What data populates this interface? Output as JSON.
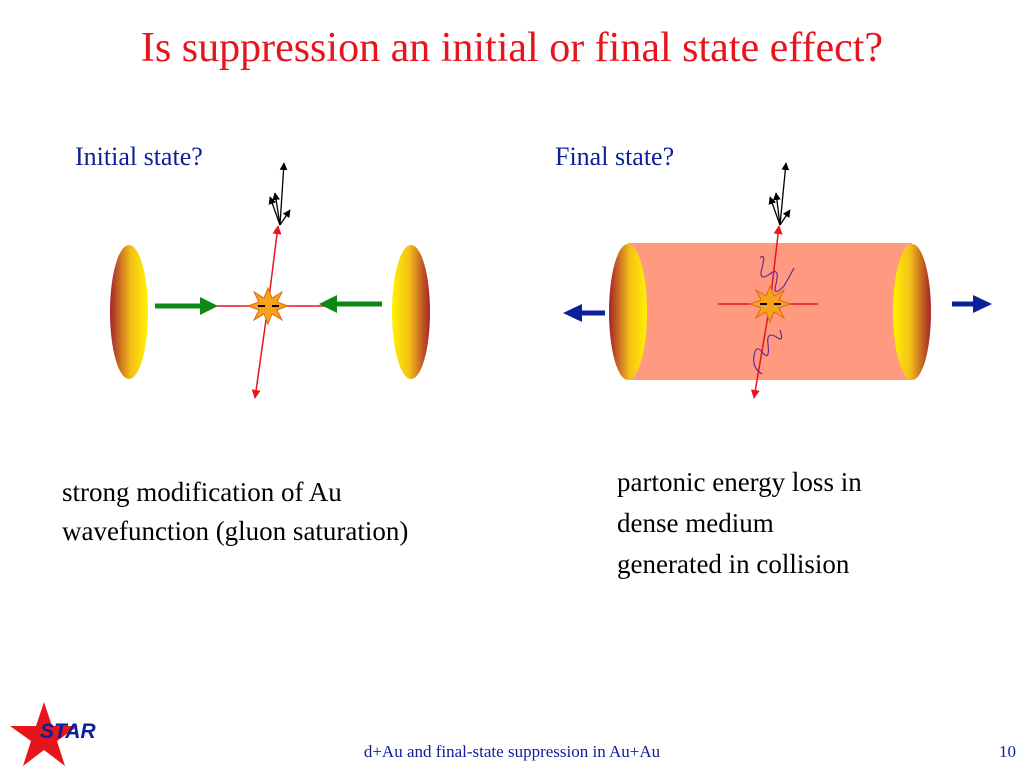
{
  "slide": {
    "title": "Is suppression an initial or final state effect?",
    "left_panel": {
      "label": "Initial state?",
      "caption_lines": [
        "strong modification of Au",
        "wavefunction (gluon saturation)"
      ]
    },
    "right_panel": {
      "label": "Final state?",
      "caption_lines": [
        "partonic energy loss in",
        "dense medium",
        "generated in collision"
      ]
    },
    "footer": {
      "logo_text": "STAR",
      "center_text": "d+Au and final-state suppression in Au+Au",
      "page_number": "10"
    }
  },
  "colors": {
    "title": "#e8141b",
    "label": "#0b1f9a",
    "green_arrow": "#0c8a16",
    "blue_arrow": "#0b1f9a",
    "medium": "#ff9a80",
    "track": "#e8141b",
    "gluon": "#6a2a9a"
  },
  "icons": [
    "star-logo-icon",
    "collision-flash-icon",
    "nucleus-disk-icon",
    "jet-arrow-icon"
  ]
}
